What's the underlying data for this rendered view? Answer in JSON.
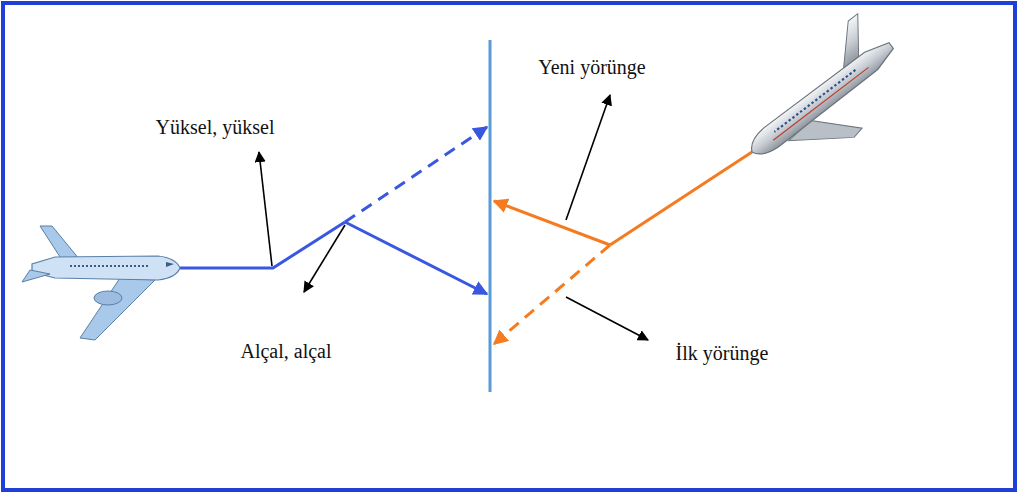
{
  "diagram": {
    "labels": [
      "Yüksel, yüksel",
      "Alçal, alçal",
      "Yeni yörünge",
      "İlk yörünge"
    ]
  }
}
